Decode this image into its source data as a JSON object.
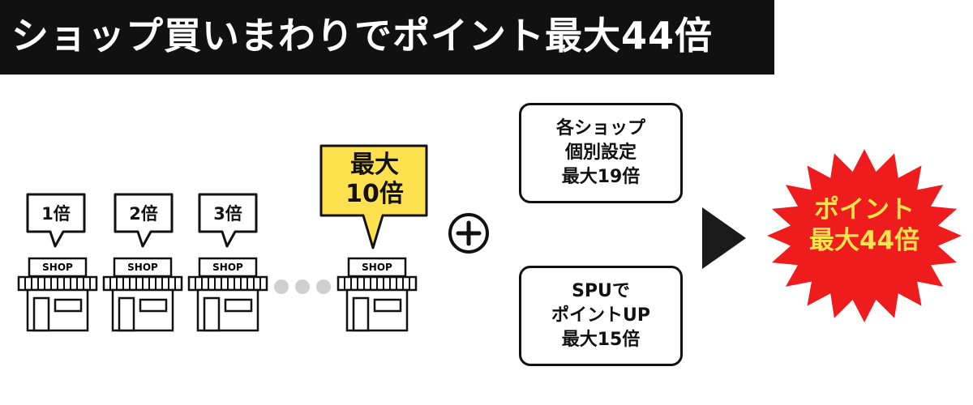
{
  "title": "ショップ買いまわりでポイント最大44倍",
  "shops": [
    {
      "multiplier": "1倍",
      "label": "SHOP"
    },
    {
      "multiplier": "2倍",
      "label": "SHOP"
    },
    {
      "multiplier": "3倍",
      "label": "SHOP"
    },
    {
      "multiplier_line1": "最大",
      "multiplier_line2": "10倍",
      "label": "SHOP"
    }
  ],
  "boxes": {
    "shop_setting": [
      "各ショップ",
      "個別設定",
      "最大19倍"
    ],
    "spu": [
      "SPUで",
      "ポイントUP",
      "最大15倍"
    ]
  },
  "result": [
    "ポイント",
    "最大44倍"
  ],
  "colors": {
    "title_bg": "#111111",
    "highlight_bubble": "#ffe14f",
    "burst": "#ee1c1c",
    "burst_text": "#ffe34d",
    "dots": "#cfcfcf"
  },
  "icons": [
    "shop-icon",
    "plus-icon",
    "arrow-right-icon",
    "starburst-icon"
  ]
}
